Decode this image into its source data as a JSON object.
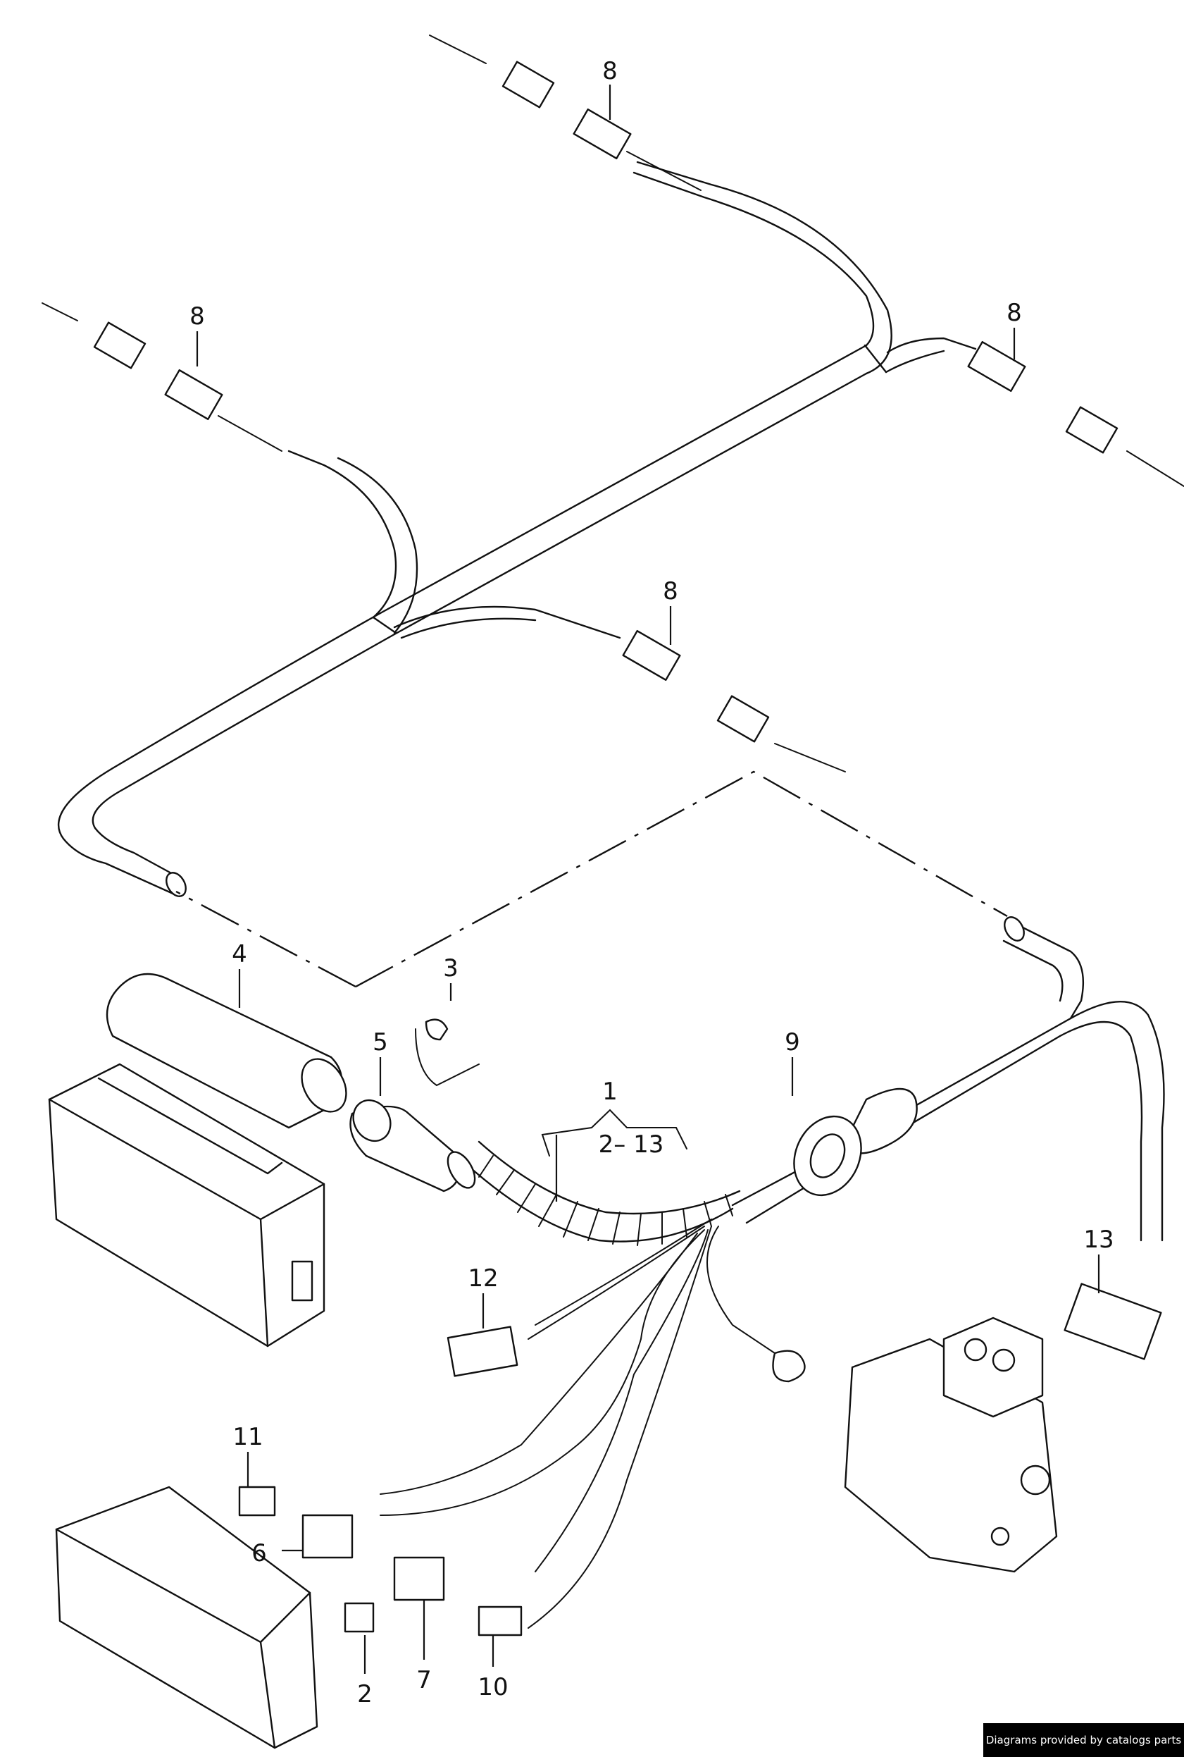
{
  "callouts": {
    "c1": "1",
    "c1_range": "2– 13",
    "c2": "2",
    "c3": "3",
    "c4": "4",
    "c5": "5",
    "c6": "6",
    "c7": "7",
    "c8a": "8",
    "c8b": "8",
    "c8c": "8",
    "c8d": "8",
    "c9": "9",
    "c10": "10",
    "c11": "11",
    "c12": "12",
    "c13": "13"
  },
  "credit": "Diagrams provided by catalogs parts"
}
